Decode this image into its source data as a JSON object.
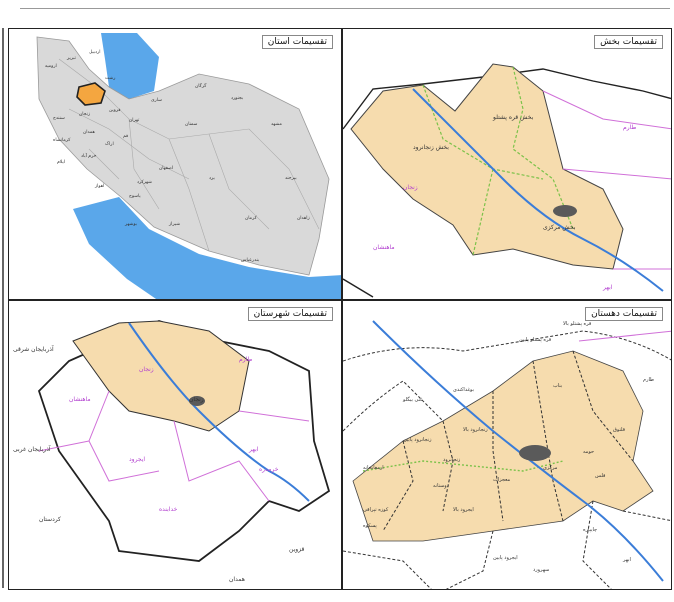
{
  "panels": {
    "province": {
      "title": "تقسیمات استان",
      "place_labels": [
        "ارومیه",
        "تبریز",
        "اردبیل",
        "رشت",
        "ساری",
        "گرگان",
        "تهران",
        "قم",
        "اراک",
        "همدان",
        "کرمانشاه",
        "ایلام",
        "خرم آباد",
        "اهواز",
        "اصفهان",
        "یزد",
        "شیراز",
        "بوشهر",
        "کرمان",
        "مشهد",
        "بجنورد",
        "سمنان",
        "زاهدان",
        "بندرعباس",
        "یاسوج",
        "شهرکرد",
        "قزوین",
        "زنجان",
        "سنندج",
        "بیرجند"
      ]
    },
    "district": {
      "title": "تقسیمات بخش",
      "labels": [
        "بخش قره پشتلو",
        "بخش زنجانرود",
        "بخش مرکزی",
        "طارم",
        "زنجان",
        "ماهنشان",
        "ابهر"
      ]
    },
    "county": {
      "title": "تقسیمات شهرستان",
      "labels": [
        "آذربایجان شرقی",
        "آذربایجان غربی",
        "کردستان",
        "زنجان",
        "طارم",
        "ماهنشان",
        "ایجرود",
        "ابهر",
        "خرمدره",
        "خدابنده",
        "قزوین",
        "همدان",
        "زنجان"
      ]
    },
    "rural": {
      "title": "تقسیمات دهستان",
      "labels": [
        "قره پشتلو بالا",
        "قره پشتلو پایین",
        "بوغداکندی",
        "غنی بیگلو",
        "زنجانرود بالا",
        "زنجانرود پایین",
        "معجزات",
        "بناب",
        "قلتوق",
        "ایجرود بالا",
        "ایجرود پایین",
        "سهرورد",
        "کوزه تپراقی",
        "پسکوه",
        "دوستانه",
        "ارمغانخانه",
        "فلس",
        "چایپاره",
        "حومه",
        "زنجانرود",
        "مرکزی",
        "ابهر",
        "طارم"
      ]
    }
  },
  "colors": {
    "study_area": "#f6dcae",
    "boundary": "#222222",
    "subboundary": "#7cc24a",
    "river": "#3b7dd8",
    "sea": "#5aa7ea",
    "iran_fill": "#d9d9d9",
    "province_highlight": "#f4a640",
    "label_purple": "#b13fcf",
    "city": "#5a5a5a"
  }
}
